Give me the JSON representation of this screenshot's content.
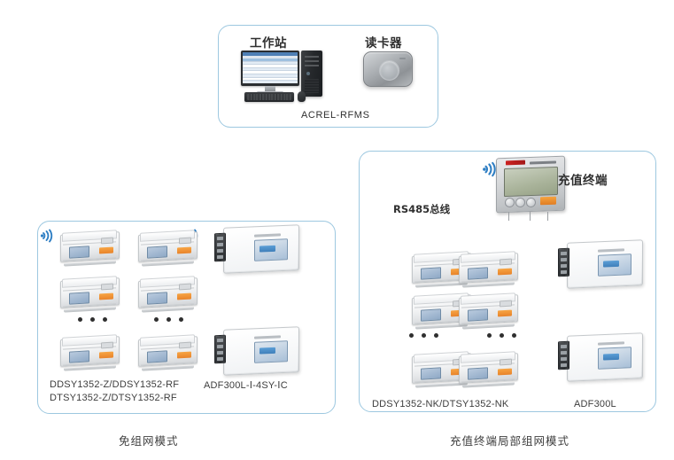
{
  "diagram": {
    "title": "ACREL prepaid metering system topology",
    "accent_border": "#9dc8e0",
    "wire_color": "#8c9195",
    "wireless_color": "#2f7fc4"
  },
  "top_panel": {
    "workstation_label": "工作站",
    "card_reader_label": "读卡器",
    "system_label": "ACREL-RFMS",
    "icons": {
      "monitor": "monitor-icon",
      "tower": "pc-tower-icon",
      "keyboard": "keyboard-icon",
      "mouse": "mouse-icon",
      "reader": "card-reader-icon"
    }
  },
  "left_panel": {
    "mode_label": "免组网模式",
    "meter_model_line1": "DDSY1352-Z/DDSY1352-RF",
    "meter_model_line2": "DTSY1352-Z/DTSY1352-RF",
    "adf_model": "ADF300L-Ⅰ-4SY-ⅠC",
    "meter_columns": 2,
    "meter_rows": 3,
    "adf_count": 2,
    "ellipsis": "• • •",
    "wireless_icon": "wireless-signal-icon"
  },
  "right_panel": {
    "mode_label": "充值终端局部组网模式",
    "terminal_label": "充值终端",
    "bus_label": "RS485总线",
    "meter_model": "DDSY1352-NK/DTSY1352-NK",
    "adf_model": "ADF300L",
    "meter_columns": 2,
    "meter_rows": 3,
    "adf_count": 2,
    "ellipsis": "• • •",
    "wireless_icon": "wireless-signal-icon",
    "terminal_icon": "recharge-terminal-icon"
  },
  "devices": {
    "meter_name": "din-rail-energy-meter",
    "adf_name": "adf300l-wall-box",
    "terminal_name": "recharge-terminal"
  }
}
